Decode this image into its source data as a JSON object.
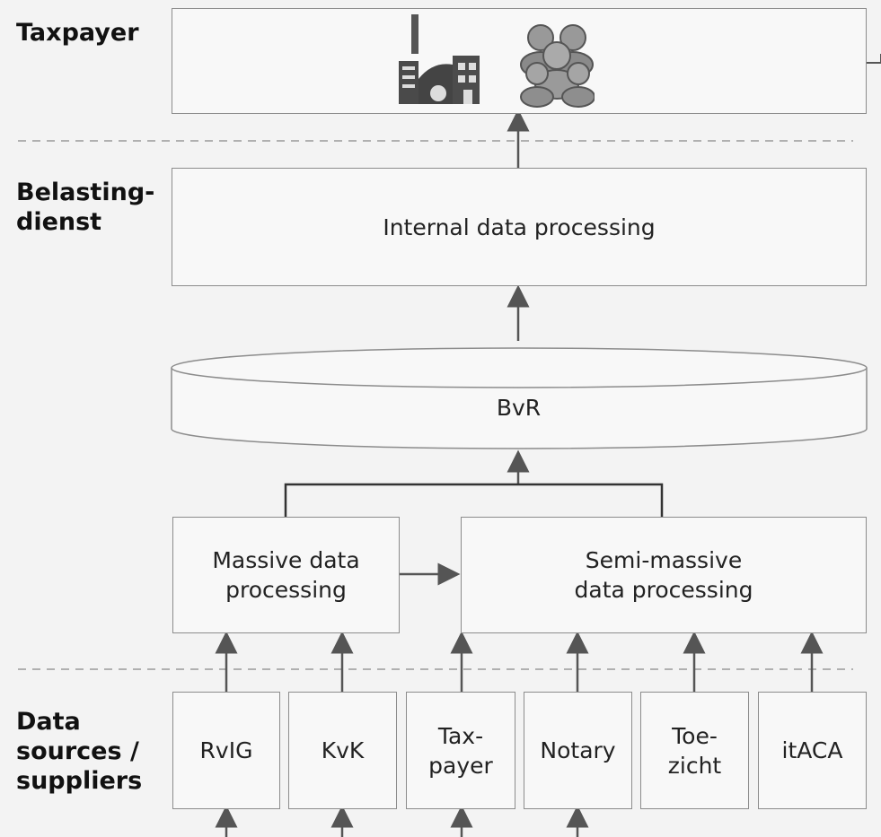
{
  "lanes": {
    "taxpayer": "Taxpayer",
    "belastingdienst": "Belasting-\ndienst",
    "data_sources": "Data\nsources /\nsuppliers"
  },
  "boxes": {
    "internal": "Internal data  processing",
    "bvr": "BvR",
    "massive": "Massive data\nprocessing",
    "semi_massive": "Semi-massive\ndata processing"
  },
  "sources": [
    "RvIG",
    "KvK",
    "Tax-\npayer",
    "Notary",
    "Toe-\nzicht",
    "itACA"
  ],
  "icons": {
    "factory": "factory-icon",
    "people": "people-group-icon"
  },
  "colors": {
    "box_border": "#8c8c8c",
    "arrow": "#555555",
    "dashed": "#b0b0b0",
    "background": "#f3f3f3"
  }
}
